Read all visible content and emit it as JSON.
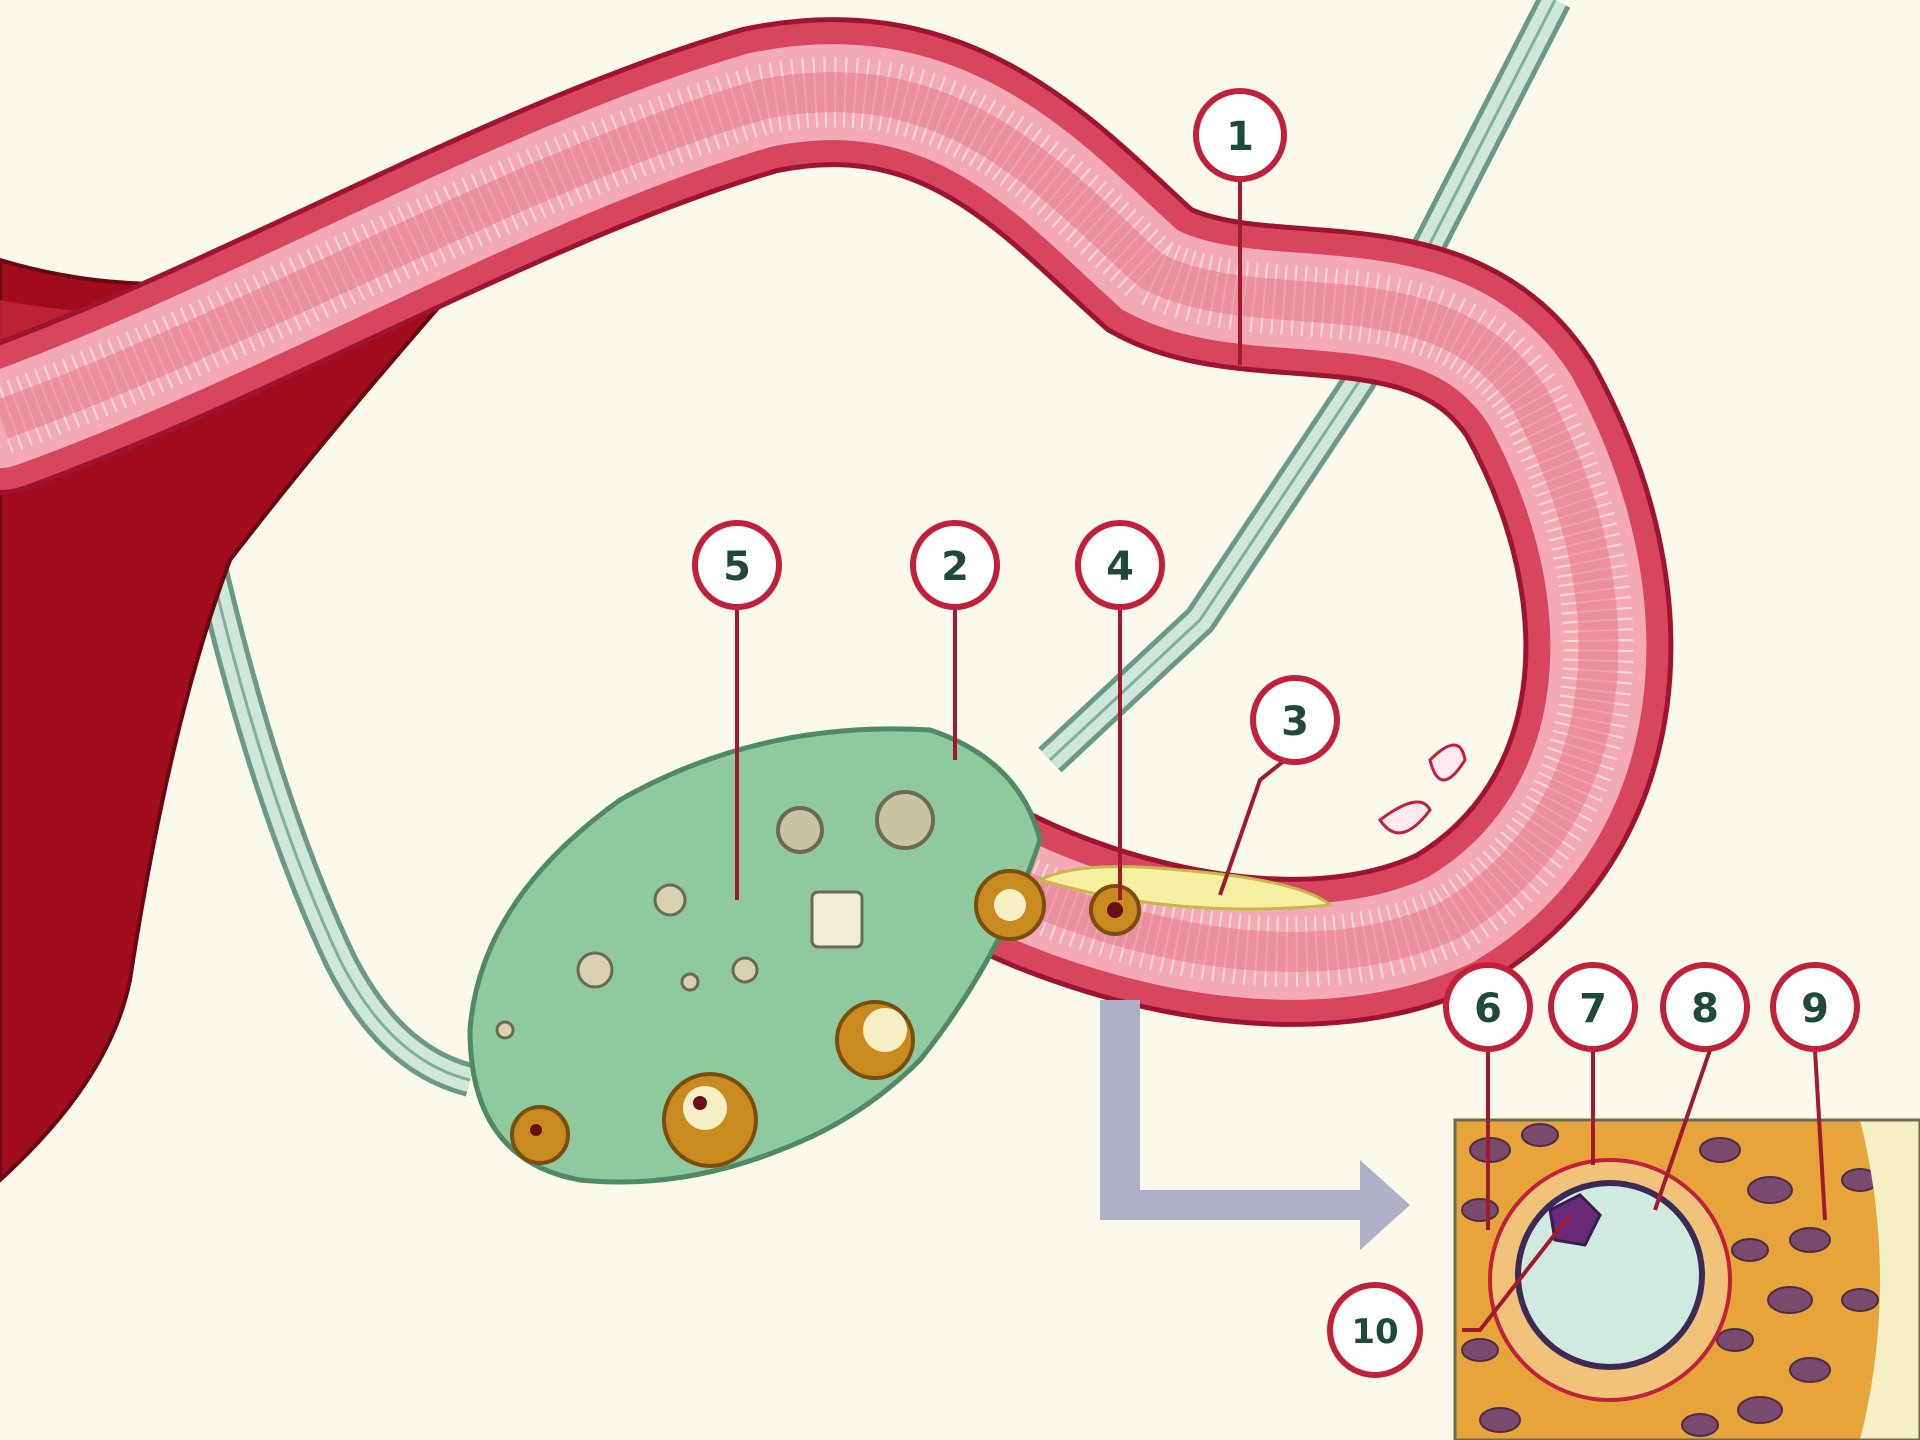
{
  "labels": {
    "l1": "1",
    "l2": "2",
    "l3": "3",
    "l4": "4",
    "l5": "5",
    "l6": "6",
    "l7": "7",
    "l8": "8",
    "l9": "9",
    "l10": "10"
  },
  "colors": {
    "background": "#fbf9ec",
    "tube_outer": "#c8334f",
    "tube_inner": "#f2a7b2",
    "uterus": "#a10c1c",
    "ligament": "#9fc9b6",
    "ovary": "#8fc9a0",
    "follicle": "#c98a1f",
    "callout_stroke": "#c0203a",
    "arrow": "#aeb0c8",
    "oocyte": "#cfeadf"
  }
}
